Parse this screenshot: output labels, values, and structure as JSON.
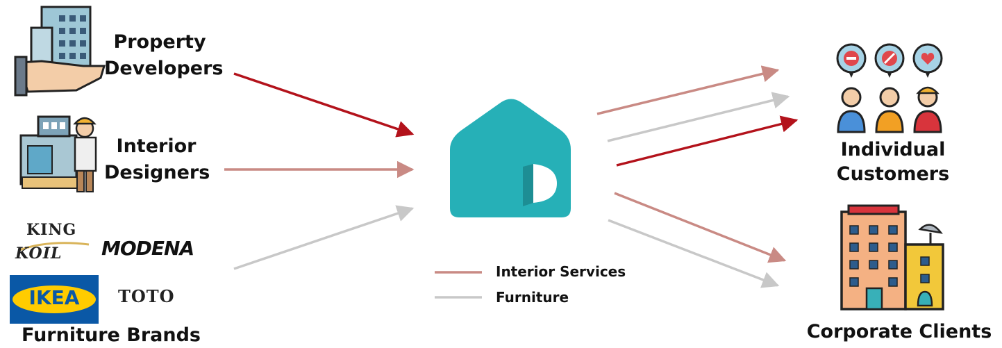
{
  "sources": {
    "property_developers": {
      "line1": "Property",
      "line2": "Developers",
      "icon": "building-in-hand-icon"
    },
    "interior_designers": {
      "line1": "Interior",
      "line2": "Designers",
      "icon": "architect-icon"
    },
    "furniture_brands": {
      "label": "Furniture Brands"
    }
  },
  "brands": {
    "king_koil_line1": "KING",
    "king_koil_line2": "KOIL",
    "modena": "MODENA",
    "ikea": "IKEA",
    "toto": "TOTO"
  },
  "platform": {
    "icon": "house-logo-icon",
    "color": "#26B0B7"
  },
  "targets": {
    "individual_customers": {
      "label": "Individual Customers",
      "icon": "customers-feedback-icon"
    },
    "corporate_clients": {
      "label": "Corporate Clients",
      "icon": "office-building-icon"
    }
  },
  "legend": {
    "interior_services": {
      "label": "Interior Services",
      "color": "#C98A84"
    },
    "furniture": {
      "label": "Furniture",
      "color": "#C8C8C8"
    }
  },
  "colors": {
    "highlight_arrow": "#B3121B",
    "service_arrow": "#C98A84",
    "furniture_arrow": "#C8C8C8"
  }
}
